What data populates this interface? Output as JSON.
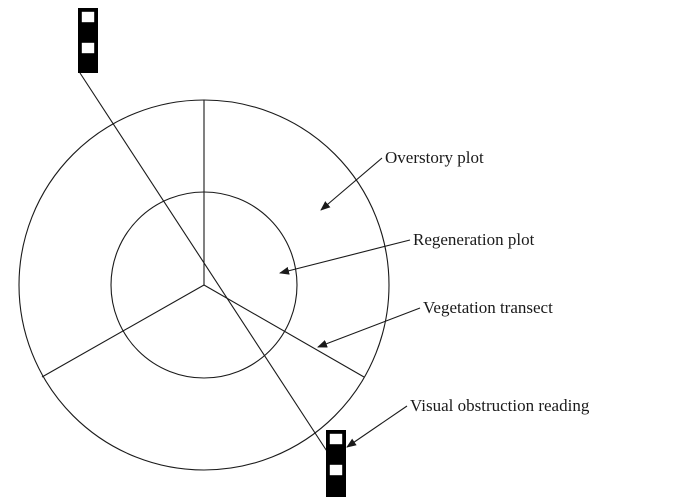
{
  "labels": {
    "overstory": "Overstory plot",
    "regeneration": "Regeneration plot",
    "transect": "Vegetation transect",
    "obstruction": "Visual obstruction reading"
  }
}
